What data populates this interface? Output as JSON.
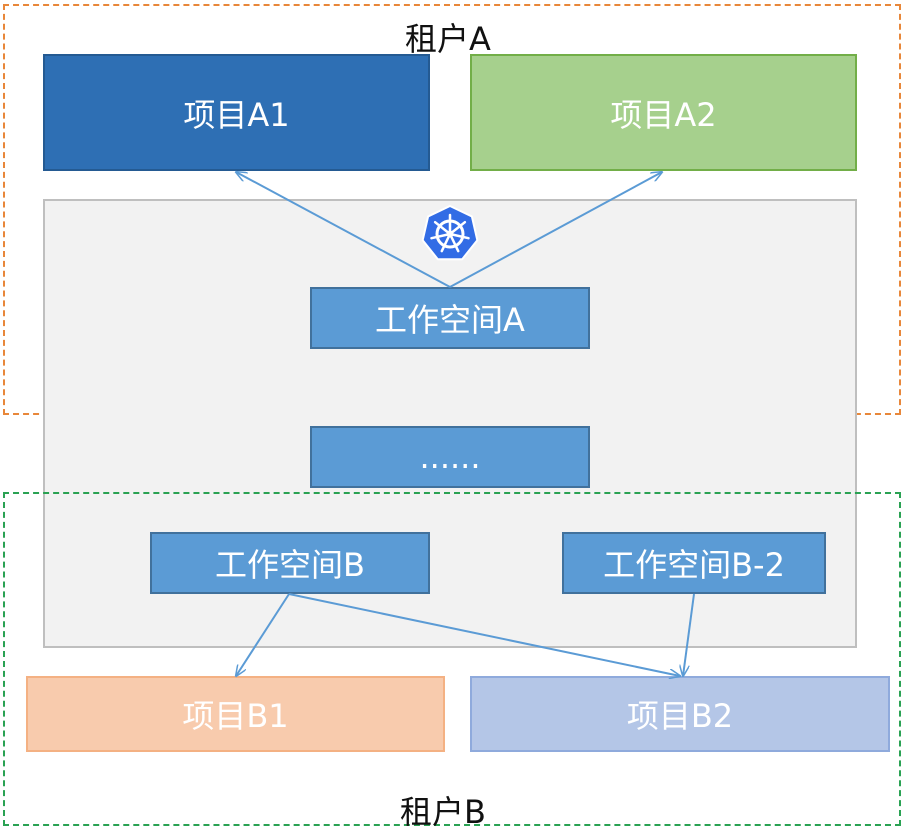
{
  "tenants": {
    "a": {
      "label": "租户A",
      "border_color": "#e8873a"
    },
    "b": {
      "label": "租户B",
      "border_color": "#2aa253"
    }
  },
  "projects": {
    "a1": {
      "label": "项目A1",
      "color": "#2e6fb4"
    },
    "a2": {
      "label": "项目A2",
      "color": "#a6d08d"
    },
    "b1": {
      "label": "项目B1",
      "color": "#f8cbad"
    },
    "b2": {
      "label": "项目B2",
      "color": "#b4c6e7"
    }
  },
  "workspaces": {
    "a": {
      "label": "工作空间A"
    },
    "ellipsis": {
      "label": "......"
    },
    "b": {
      "label": "工作空间B"
    },
    "b2": {
      "label": "工作空间B-2"
    },
    "color": "#5b9bd5"
  },
  "cluster": {
    "icon": "kubernetes-icon",
    "background": "#f2f2f2"
  }
}
